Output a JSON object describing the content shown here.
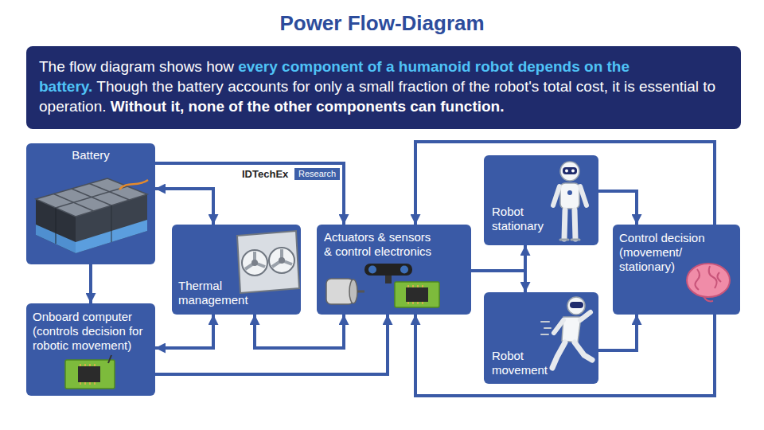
{
  "diagram": {
    "title": "Power Flow-Diagram",
    "nodes": [
      {
        "text": [
          "The flow diagram shows how",
          "every component of a humanoid robot depends on the battery.",
          "Though the battery accounts for only a small fraction of the robot's total cost, it is essential to operation.",
          "Without it, none of the other components can function."
        ]
      },
      {
        "text": [
          "Battery"
        ]
      },
      {
        "text": [
          "Thermal management"
        ]
      },
      {
        "text": [
          "Actuators & sensors & control electronics"
        ]
      },
      {
        "text": [
          "Robot stationary"
        ]
      },
      {
        "text": [
          "Control decision (movement/ stationary)"
        ]
      },
      {
        "text": [
          "Onboard computer (controls decision for robotic movement)"
        ]
      },
      {
        "text": [
          "Robot movement"
        ]
      }
    ],
    "edges": [
      {
        "from": 1,
        "to": 3,
        "arrow": "to"
      },
      {
        "from": 1,
        "to": 2,
        "arrow": "both"
      },
      {
        "from": 1,
        "to": 6,
        "arrow": "to"
      },
      {
        "from": 6,
        "to": 2,
        "arrow": "both"
      },
      {
        "from": 6,
        "to": 3,
        "arrow": "to"
      },
      {
        "from": 2,
        "to": 3,
        "arrow": "both"
      },
      {
        "from": 3,
        "to": 4,
        "arrow": "to"
      },
      {
        "from": 3,
        "to": 7,
        "arrow": "to"
      },
      {
        "from": 4,
        "to": 5,
        "arrow": "to"
      },
      {
        "from": 7,
        "to": 5,
        "arrow": "to"
      },
      {
        "from": 5,
        "to": 3,
        "arrow": "to"
      },
      {
        "from": 5,
        "to": 3,
        "arrow": "to"
      }
    ],
    "labels": [
      "IDTechEx",
      "Research"
    ]
  }
}
